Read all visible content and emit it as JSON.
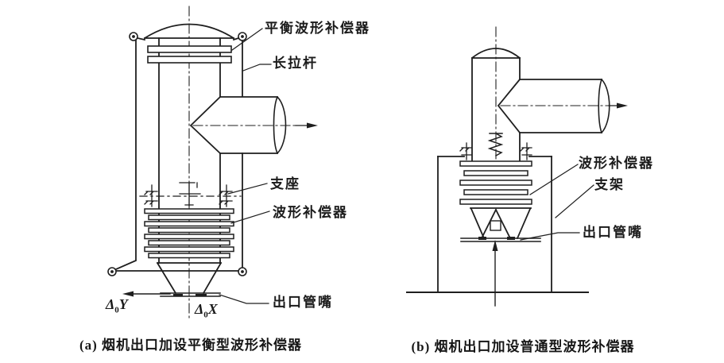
{
  "figure": {
    "background": "#ffffff",
    "line_color": "#1f1f1f",
    "panel_a": {
      "caption": "(a) 烟机出口加设平衡型波形补偿器",
      "labels": {
        "balanced_bellows": "平衡波形补偿器",
        "long_tie_rod": "长拉杆",
        "support": "支座",
        "bellows": "波形补偿器",
        "outlet_nozzle": "出口管嘴"
      },
      "displacement_y": {
        "symbol": "Δ",
        "subscript": "0",
        "axis": "Y"
      },
      "displacement_x": {
        "symbol": "Δ",
        "subscript": "0",
        "axis": "X"
      }
    },
    "panel_b": {
      "caption": "(b) 烟机出口加设普通型波形补偿器",
      "labels": {
        "bellows": "波形补偿器",
        "bracket": "支架",
        "outlet_nozzle": "出口管嘴"
      }
    }
  }
}
